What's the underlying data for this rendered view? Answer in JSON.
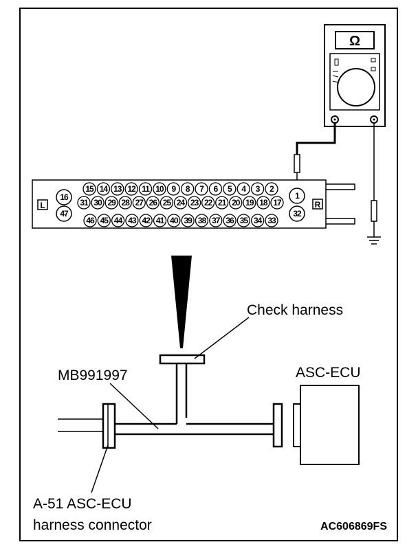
{
  "meter": {
    "unit_symbol": "Ω"
  },
  "connector": {
    "side_left": "L",
    "side_right": "R",
    "row_top": [
      "15",
      "14",
      "13",
      "12",
      "11",
      "10",
      "9",
      "8",
      "7",
      "6",
      "5",
      "4",
      "3",
      "2"
    ],
    "row_mid": [
      "31",
      "30",
      "29",
      "28",
      "27",
      "26",
      "25",
      "24",
      "23",
      "22",
      "21",
      "20",
      "19",
      "18",
      "17"
    ],
    "row_bottom": [
      "46",
      "45",
      "44",
      "43",
      "42",
      "41",
      "40",
      "39",
      "38",
      "37",
      "36",
      "35",
      "34",
      "33"
    ],
    "pin_16": "16",
    "pin_47": "47",
    "pin_1": "1",
    "pin_32": "32"
  },
  "labels": {
    "check_harness": "Check harness",
    "tool_code": "MB991997",
    "ecu": "ASC-ECU",
    "harness_connector_line1": "A-51 ASC-ECU",
    "harness_connector_line2": "harness connector",
    "figure_code": "AC606869FS"
  }
}
